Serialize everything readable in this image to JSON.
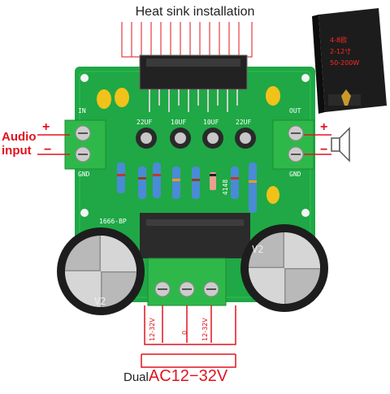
{
  "title": "Heat sink installation",
  "input": {
    "label_line1": "Audio",
    "label_line2": "input",
    "plus": "+",
    "minus": "−"
  },
  "output": {
    "plus": "+",
    "minus": "−"
  },
  "board": {
    "in_label": "IN",
    "out_label": "OUT",
    "gnd_left": "GND",
    "gnd_right": "GND",
    "model": "1666-BP",
    "diode": "4148",
    "caps": [
      "22UF",
      "10UF",
      "10UF",
      "22UF"
    ],
    "big_cap_left": "V2",
    "big_cap_right": "V2"
  },
  "power": {
    "pin_left": "12-32V",
    "pin_mid": "0",
    "pin_right": "12-32V",
    "prefix": "Dual",
    "main": "AC12−32V"
  },
  "speaker": {
    "line1": "4-8欧",
    "line2": "2-12寸",
    "line3": "50-200W"
  },
  "colors": {
    "accent": "#e0141e",
    "pcb": "#1fa845",
    "terminal": "#2fb84a"
  }
}
